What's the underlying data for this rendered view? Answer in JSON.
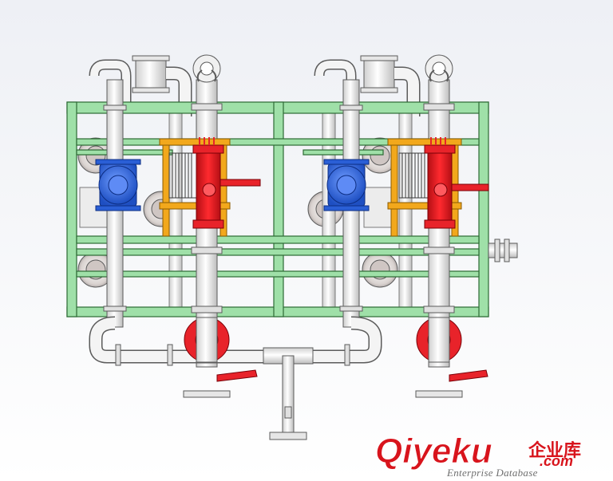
{
  "image": {
    "subject": "skid-mounted piping assembly with valves (3D CAD render)"
  },
  "colors": {
    "frame": "#9fe0a8",
    "frame_edge": "#2c6a34",
    "pipe": "#f4f4f4",
    "pipe_edge": "#5b5b5b",
    "valve_blue": "#2f6fe0",
    "valve_red": "#e8232a",
    "bracket_orange": "#f2a81c",
    "watermark_red": "#d8141c",
    "watermark_grey": "#6f6f6f"
  },
  "watermark": {
    "brand": "Qiyeku",
    "cn": "企业库",
    "domain": ".com",
    "tagline": "Enterprise Database"
  }
}
